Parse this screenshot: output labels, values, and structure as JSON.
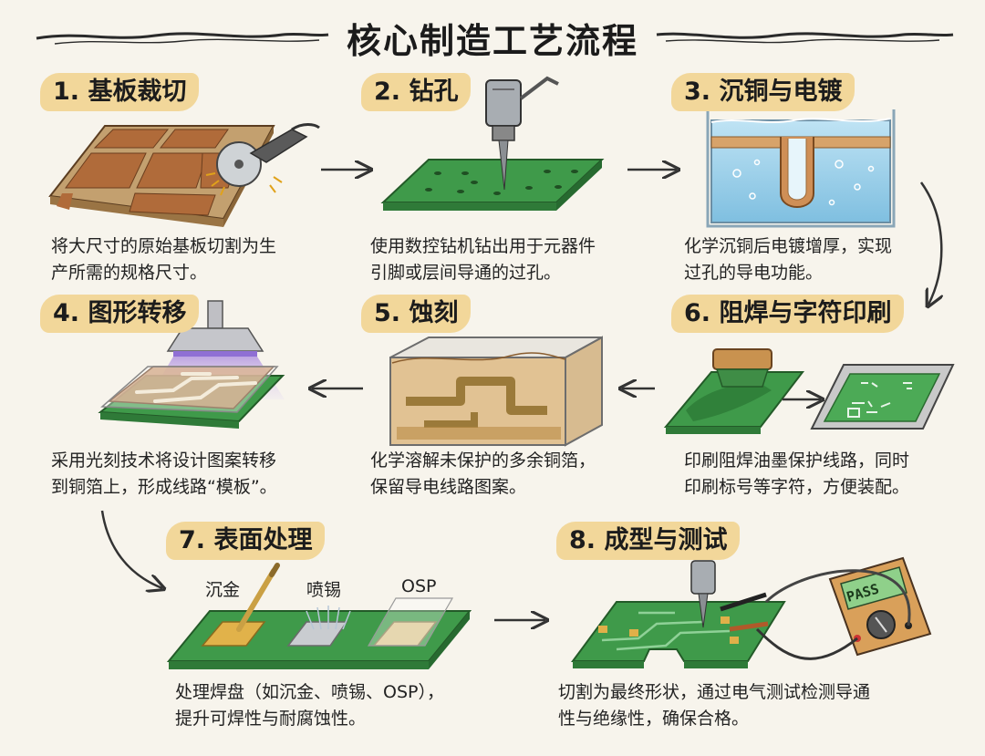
{
  "title": "核心制造工艺流程",
  "steps": [
    {
      "label": "1. 基板裁切",
      "desc": [
        "将大尺寸的原始基板切割为生",
        "产所需的规格尺寸。"
      ]
    },
    {
      "label": "2. 钻孔",
      "desc": [
        "使用数控钻机钻出用于元器件",
        "引脚或层间导通的过孔。"
      ]
    },
    {
      "label": "3. 沉铜与电镀",
      "desc": [
        "化学沉铜后电镀增厚，实现",
        "过孔的导电功能。"
      ]
    },
    {
      "label": "4. 图形转移",
      "desc": [
        "采用光刻技术将设计图案转移",
        "到铜箔上，形成线路“模板”。"
      ]
    },
    {
      "label": "5. 蚀刻",
      "desc": [
        "化学溶解未保护的多余铜箔，",
        "保留导电线路图案。"
      ]
    },
    {
      "label": "6. 阻焊与字符印刷",
      "desc": [
        "印刷阻焊油墨保护线路，同时",
        "印刷标号等字符，方便装配。"
      ]
    },
    {
      "label": "7. 表面处理",
      "desc": [
        "处理焊盘（如沉金、喷锡、OSP），",
        "提升可焊性与耐腐蚀性。"
      ]
    },
    {
      "label": "8. 成型与测试",
      "desc": [
        "切割为最终形状，通过电气测试检测导通",
        "性与绝缘性，确保合格。"
      ]
    }
  ],
  "finishes": [
    "沉金",
    "喷锡",
    "OSP"
  ],
  "meter_display": "PASS",
  "colors": {
    "label_bg": "#f2d79a",
    "pcb_green": "#3f9a4a",
    "copper": "#c8824a",
    "liquid": "#9fd0ea"
  },
  "icons": [
    "saw-icon",
    "drill-icon",
    "plating-tank-icon",
    "uv-lamp-icon",
    "etch-tank-icon",
    "squeegee-icon",
    "multimeter-icon",
    "arrow-icon"
  ]
}
